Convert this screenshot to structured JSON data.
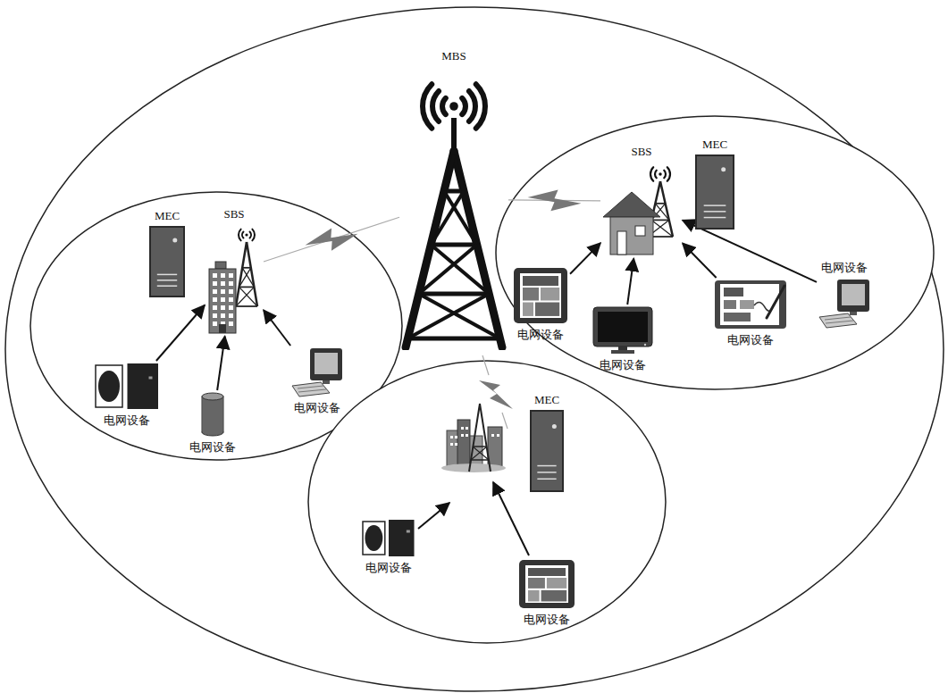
{
  "diagram": {
    "nodes": [
      {
        "text": [
          "MBS"
        ]
      },
      {
        "text": [
          "MEC"
        ]
      },
      {
        "text": [
          "SBS"
        ]
      },
      {
        "text": [
          "SBS"
        ]
      },
      {
        "text": [
          "MEC"
        ]
      },
      {
        "text": [
          "电网设备"
        ]
      },
      {
        "text": [
          "电网设备"
        ]
      },
      {
        "text": [
          "电网设备"
        ]
      },
      {
        "text": [
          "电网设备"
        ]
      },
      {
        "text": [
          "电网设备"
        ]
      },
      {
        "text": [
          "电网设备"
        ]
      },
      {
        "text": [
          "电网设备"
        ]
      },
      {
        "text": [
          "MEC"
        ]
      },
      {
        "text": [
          "电网设备"
        ]
      },
      {
        "text": [
          "电网设备"
        ]
      }
    ],
    "edges": [
      {
        "from": 0,
        "to": 2,
        "arrow": "none"
      },
      {
        "from": 0,
        "to": 3,
        "arrow": "none"
      },
      {
        "from": 5,
        "to": 3,
        "arrow": "to"
      },
      {
        "from": 6,
        "to": 3,
        "arrow": "to"
      },
      {
        "from": 7,
        "to": 3,
        "arrow": "to"
      },
      {
        "from": 8,
        "to": 3,
        "arrow": "to"
      },
      {
        "from": 9,
        "to": 2,
        "arrow": "to"
      },
      {
        "from": 10,
        "to": 2,
        "arrow": "to"
      },
      {
        "from": 11,
        "to": 2,
        "arrow": "to"
      }
    ]
  }
}
